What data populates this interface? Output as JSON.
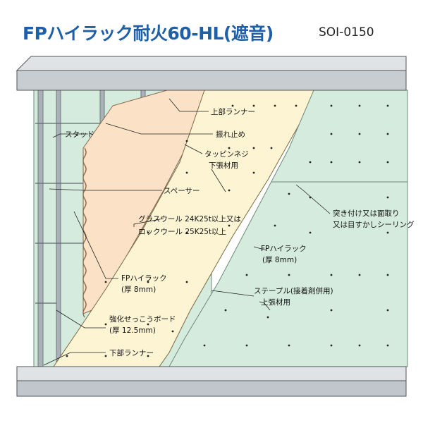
{
  "title": "FPハイラック耐火60-HL(遮音)",
  "code": "SOI-0150",
  "labels": {
    "upper_runner": "上部ランナー",
    "anti_sway": "振れ止め",
    "tapping_screw": "タッピンネジ",
    "under_board_use": "下張材用",
    "stud": "スタッド",
    "spacer": "スペーサー",
    "glass_wool": "グラスウール 24K25t以上又は",
    "rock_wool": "ロックウール 25K25t以上",
    "butt_joint": "突き付け又は面取り",
    "joint_sealing": "又は目すかしシーリング",
    "fp_hirack_right": "FPハイラック",
    "thickness_8_right": "(厚 8mm)",
    "staple": "ステープル(接着剤併用)",
    "over_board_use": "上張材用",
    "fp_hirack_left": "FPハイラック",
    "thickness_8_left": "(厚 8mm)",
    "reinforced_gypsum": "強化せっこうボード",
    "thickness_12_5": "(厚 12.5mm)",
    "lower_runner": "下部ランナー"
  },
  "colors": {
    "title": "#1f5fa8",
    "green_board": "#d4ebdd",
    "cream_board": "#fdf4d3",
    "peach_board": "#fbe2c6",
    "frame": "#cfd3d6",
    "steel": "#9aa3aa"
  }
}
